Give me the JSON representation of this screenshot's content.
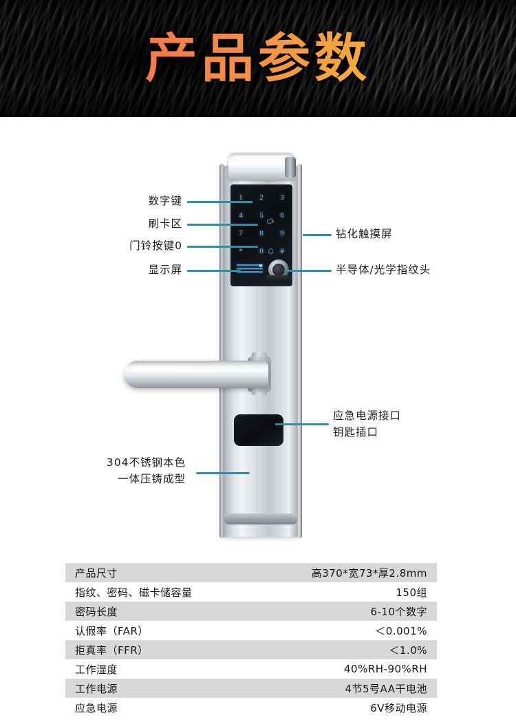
{
  "banner": {
    "title": "产品参数",
    "gradient_from": "#f05a4a",
    "gradient_to": "#f6c93f",
    "background": "#050507"
  },
  "product": {
    "keypad": {
      "keys": [
        "1",
        "2",
        "3",
        "4",
        "5",
        "6",
        "7",
        "8",
        "9",
        "*",
        "0",
        "#"
      ],
      "card_icon": "rfid-card-icon",
      "bell_icon": "doorbell-icon"
    }
  },
  "annotations": {
    "leader_color": "#2f8ea8",
    "left": [
      {
        "id": "number-keys",
        "label": "数字键"
      },
      {
        "id": "card-area",
        "label": "刷卡区"
      },
      {
        "id": "doorbell-key",
        "label": "门铃按键0"
      },
      {
        "id": "display",
        "label": "显示屏"
      }
    ],
    "right": [
      {
        "id": "touch-screen",
        "label": "钻化触摸屏"
      },
      {
        "id": "fingerprint",
        "label": "半导体/光学指纹头"
      }
    ],
    "power_port": {
      "line1": "应急电源接口",
      "line2": "钥匙插口"
    },
    "material": {
      "line1": "304不锈钢本色",
      "line2": "一体压铸成型"
    }
  },
  "spec_table": {
    "rows": [
      {
        "label": "产品尺寸",
        "value": "高370*宽73*厚2.8mm"
      },
      {
        "label": "指纹、密码、磁卡储容量",
        "value": "150组"
      },
      {
        "label": "密码长度",
        "value": "6-10个数字"
      },
      {
        "label": "认假率（FAR）",
        "value": "＜0.001%"
      },
      {
        "label": "拒真率（FFR）",
        "value": "＜1.0%"
      },
      {
        "label": "工作湿度",
        "value": "40%RH-90%RH"
      },
      {
        "label": "工作电源",
        "value": "4节5号AA干电池"
      },
      {
        "label": "应急电源",
        "value": "6V移动电源"
      }
    ]
  }
}
